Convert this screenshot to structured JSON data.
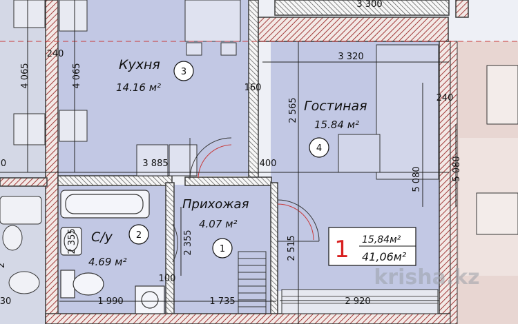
{
  "rooms": [
    {
      "name": "Кухня",
      "area": "14.16 м²",
      "number": "3"
    },
    {
      "name": "Гостиная",
      "area": "15.84 м²",
      "number": "4"
    },
    {
      "name": "Прихожая",
      "area": "4.07 м²",
      "number": "1"
    },
    {
      "name": "С/у",
      "area": "4.69 м²",
      "number": "2"
    }
  ],
  "apartment": {
    "rooms_count": "1",
    "living_area": "15,84м²",
    "total_area": "41,06м²"
  },
  "dimensions": {
    "top_left_vertical_1": "4 065",
    "top_left_vertical_2": "4 065",
    "top_wall_left": "240",
    "top_living": "3 320",
    "top_partial": "3 300",
    "kitchen_width": "3 885",
    "kitchen_wall": "160",
    "living_height": "2 565",
    "door_gap": "400",
    "right_wall": "240",
    "living_side": "5 080",
    "right_outer": "5 080",
    "hall_height": "2 355",
    "living_lower": "2 515",
    "bath_width": "1 990",
    "hall_width": "1 735",
    "living_bottom": "2 920",
    "bath_side": "2 355",
    "small_wall": "100",
    "left_partial": "0",
    "left_bottom_partial": "30",
    "left_side_partial": "2"
  },
  "watermark": "krisha.kz",
  "colors": {
    "room_fill": "#c2c8e4",
    "wall": "#3a3a3a",
    "hatch": "#a23a3a",
    "number_red": "#d81f1f",
    "watermark": "#9aa0a8"
  }
}
